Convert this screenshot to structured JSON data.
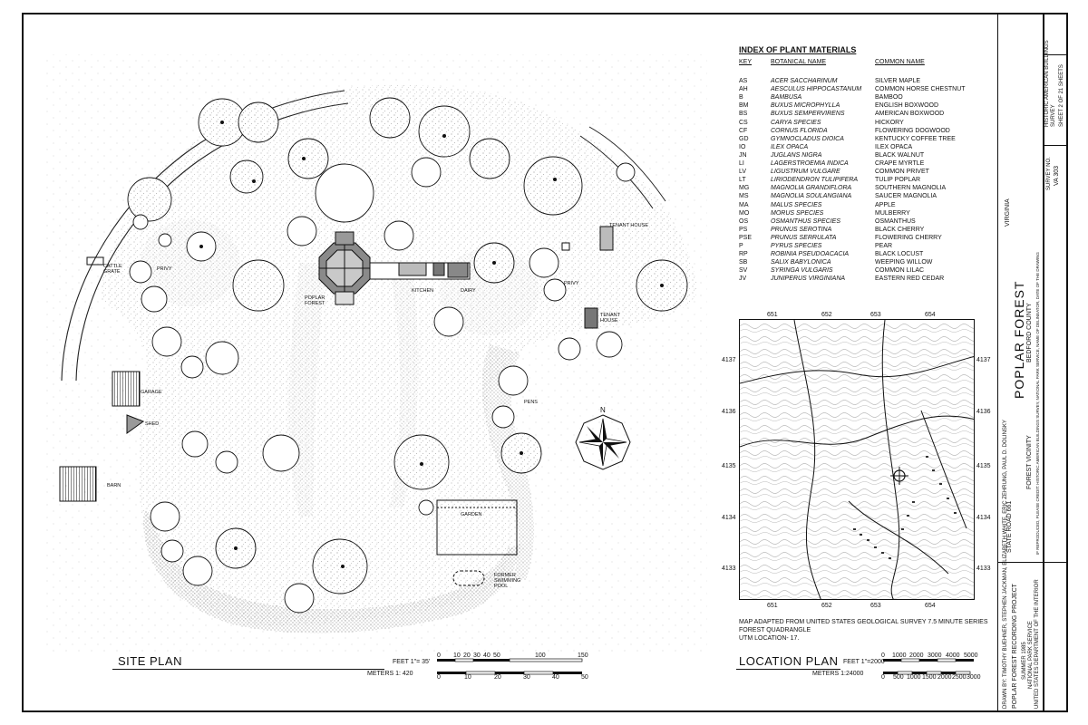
{
  "site_plan": {
    "title": "SITE PLAN",
    "scale_feet": "FEET  1\"= 35'",
    "scale_meters": "METERS  1: 420",
    "feet_ticks": [
      "0",
      "10",
      "20",
      "30",
      "40",
      "50",
      "100",
      "150"
    ],
    "meter_ticks": [
      "0",
      "10",
      "20",
      "30",
      "40",
      "50"
    ],
    "labels": {
      "cattle_grate": "CATTLE\nGRATE",
      "privy_left": "PRIVY",
      "poplar_forest": "POPLAR\nFOREST",
      "kitchen": "KITCHEN",
      "dairy": "DAIRY",
      "tenant_house_top": "TENANT HOUSE",
      "tenant_house_bottom": "TENANT\nHOUSE",
      "privy_right": "PRIVY",
      "garage": "GARAGE",
      "shed": "SHED",
      "barn": "BARN",
      "pens": "PENS",
      "garden": "GARDEN",
      "former_pool": "FORMER\nSWIMMING\nPOOL",
      "north": "N"
    }
  },
  "plant_index": {
    "title": "INDEX OF PLANT MATERIALS",
    "headers": {
      "key": "KEY",
      "botanical": "BOTANICAL  NAME",
      "common": "COMMON  NAME"
    },
    "rows": [
      {
        "key": "AS",
        "botanical": "ACER SACCHARINUM",
        "common": "SILVER MAPLE"
      },
      {
        "key": "AH",
        "botanical": "AESCULUS HIPPOCASTANUM",
        "common": "COMMON HORSE CHESTNUT"
      },
      {
        "key": "B",
        "botanical": "BAMBUSA",
        "common": "BAMBOO"
      },
      {
        "key": "BM",
        "botanical": "BUXUS MICROPHYLLA",
        "common": "ENGLISH BOXWOOD"
      },
      {
        "key": "BS",
        "botanical": "BUXUS SEMPERVIRENS",
        "common": "AMERICAN BOXWOOD"
      },
      {
        "key": "CS",
        "botanical": "CARYA SPECIES",
        "common": "HICKORY"
      },
      {
        "key": "CF",
        "botanical": "CORNUS FLORIDA",
        "common": "FLOWERING DOGWOOD"
      },
      {
        "key": "GD",
        "botanical": "GYMNOCLADUS DIOICA",
        "common": "KENTUCKY COFFEE TREE"
      },
      {
        "key": "IO",
        "botanical": "ILEX OPACA",
        "common": "ILEX OPACA"
      },
      {
        "key": "JN",
        "botanical": "JUGLANS NIGRA",
        "common": "BLACK WALNUT"
      },
      {
        "key": "LI",
        "botanical": "LAGERSTROEMIA INDICA",
        "common": "CRAPE MYRTLE"
      },
      {
        "key": "LV",
        "botanical": "LIGUSTRUM VULGARE",
        "common": "COMMON PRIVET"
      },
      {
        "key": "LT",
        "botanical": "LIRIODENDRON TULIPIFERA",
        "common": "TULIP POPLAR"
      },
      {
        "key": "MG",
        "botanical": "MAGNOLIA GRANDIFLORA",
        "common": "SOUTHERN MAGNOLIA"
      },
      {
        "key": "MS",
        "botanical": "MAGNOLIA SOULANGIANA",
        "common": "SAUCER MAGNOLIA"
      },
      {
        "key": "MA",
        "botanical": "MALUS SPECIES",
        "common": "APPLE"
      },
      {
        "key": "MO",
        "botanical": "MORUS SPECIES",
        "common": "MULBERRY"
      },
      {
        "key": "OS",
        "botanical": "OSMANTHUS SPECIES",
        "common": "OSMANTHUS"
      },
      {
        "key": "PS",
        "botanical": "PRUNUS SEROTINA",
        "common": "BLACK CHERRY"
      },
      {
        "key": "PSE",
        "botanical": "PRUNUS SERRULATA",
        "common": "FLOWERING CHERRY"
      },
      {
        "key": "P",
        "botanical": "PYRUS SPECIES",
        "common": "PEAR"
      },
      {
        "key": "RP",
        "botanical": "ROBINIA PSEUDOACACIA",
        "common": "BLACK LOCUST"
      },
      {
        "key": "SB",
        "botanical": "SALIX BABYLONICA",
        "common": "WEEPING WILLOW"
      },
      {
        "key": "SV",
        "botanical": "SYRINGA VULGARIS",
        "common": "COMMON LILAC"
      },
      {
        "key": "JV",
        "botanical": "JUNIPERUS VIRGINIANA",
        "common": "EASTERN RED CEDAR"
      }
    ]
  },
  "location_plan": {
    "title": "LOCATION  PLAN",
    "scale_feet": "FEET  1\"=2000'",
    "scale_meters": "METERS  1:24000",
    "feet_ticks": [
      "0",
      "1000",
      "2000",
      "3000",
      "4000",
      "5000"
    ],
    "meter_ticks": [
      "0",
      "500",
      "1000",
      "1500",
      "2000",
      "2500",
      "3000"
    ],
    "top_ticks": [
      "651",
      "652",
      "653",
      "654"
    ],
    "bottom_ticks": [
      "651",
      "652",
      "653",
      "654"
    ],
    "side_ticks": [
      "4137",
      "4136",
      "4135",
      "4134",
      "4133"
    ],
    "note_line1": "MAP ADAPTED FROM UNITED STATES GEOLOGICAL SURVEY 7.5 MINUTE  SERIES",
    "note_line2": "FOREST QUADRANGLE",
    "note_line3": "UTM LOCATION- 17."
  },
  "title_block": {
    "credits": "DRAWN BY: TIMOTHY BUEHNER, STEPHEN JACKMAN, ELIZABETH WHITE, ERIC ZEHRUNG, PAUL D. DOLINSKY",
    "project": "POPLAR FOREST RECORDING PROJECT",
    "summer": "SUMMER 1985",
    "nps": "NATIONAL PARK SERVICE",
    "interior": "UNITED STATES DEPARTMENT OF THE INTERIOR",
    "road": "STATE ROAD 661",
    "name": "POPLAR    FOREST",
    "vicinity": "FOREST  VICINITY",
    "county": "BEDFORD  COUNTY",
    "state": "VIRGINIA",
    "reproduction_note": "IF REPRODUCED, PLEASE CREDIT: HISTORIC AMERICAN BUILDINGS SURVEY, NATIONAL PARK SERVICE, NAME OF DELINEATOR, DATE OF THE DRAWING",
    "survey_no_label": "SURVEY NO.",
    "survey_no": "VA 303",
    "habs": "HISTORIC AMERICAN BUILDINGS SURVEY",
    "sheet": "SHEET 2 OF 21 SHEETS"
  }
}
